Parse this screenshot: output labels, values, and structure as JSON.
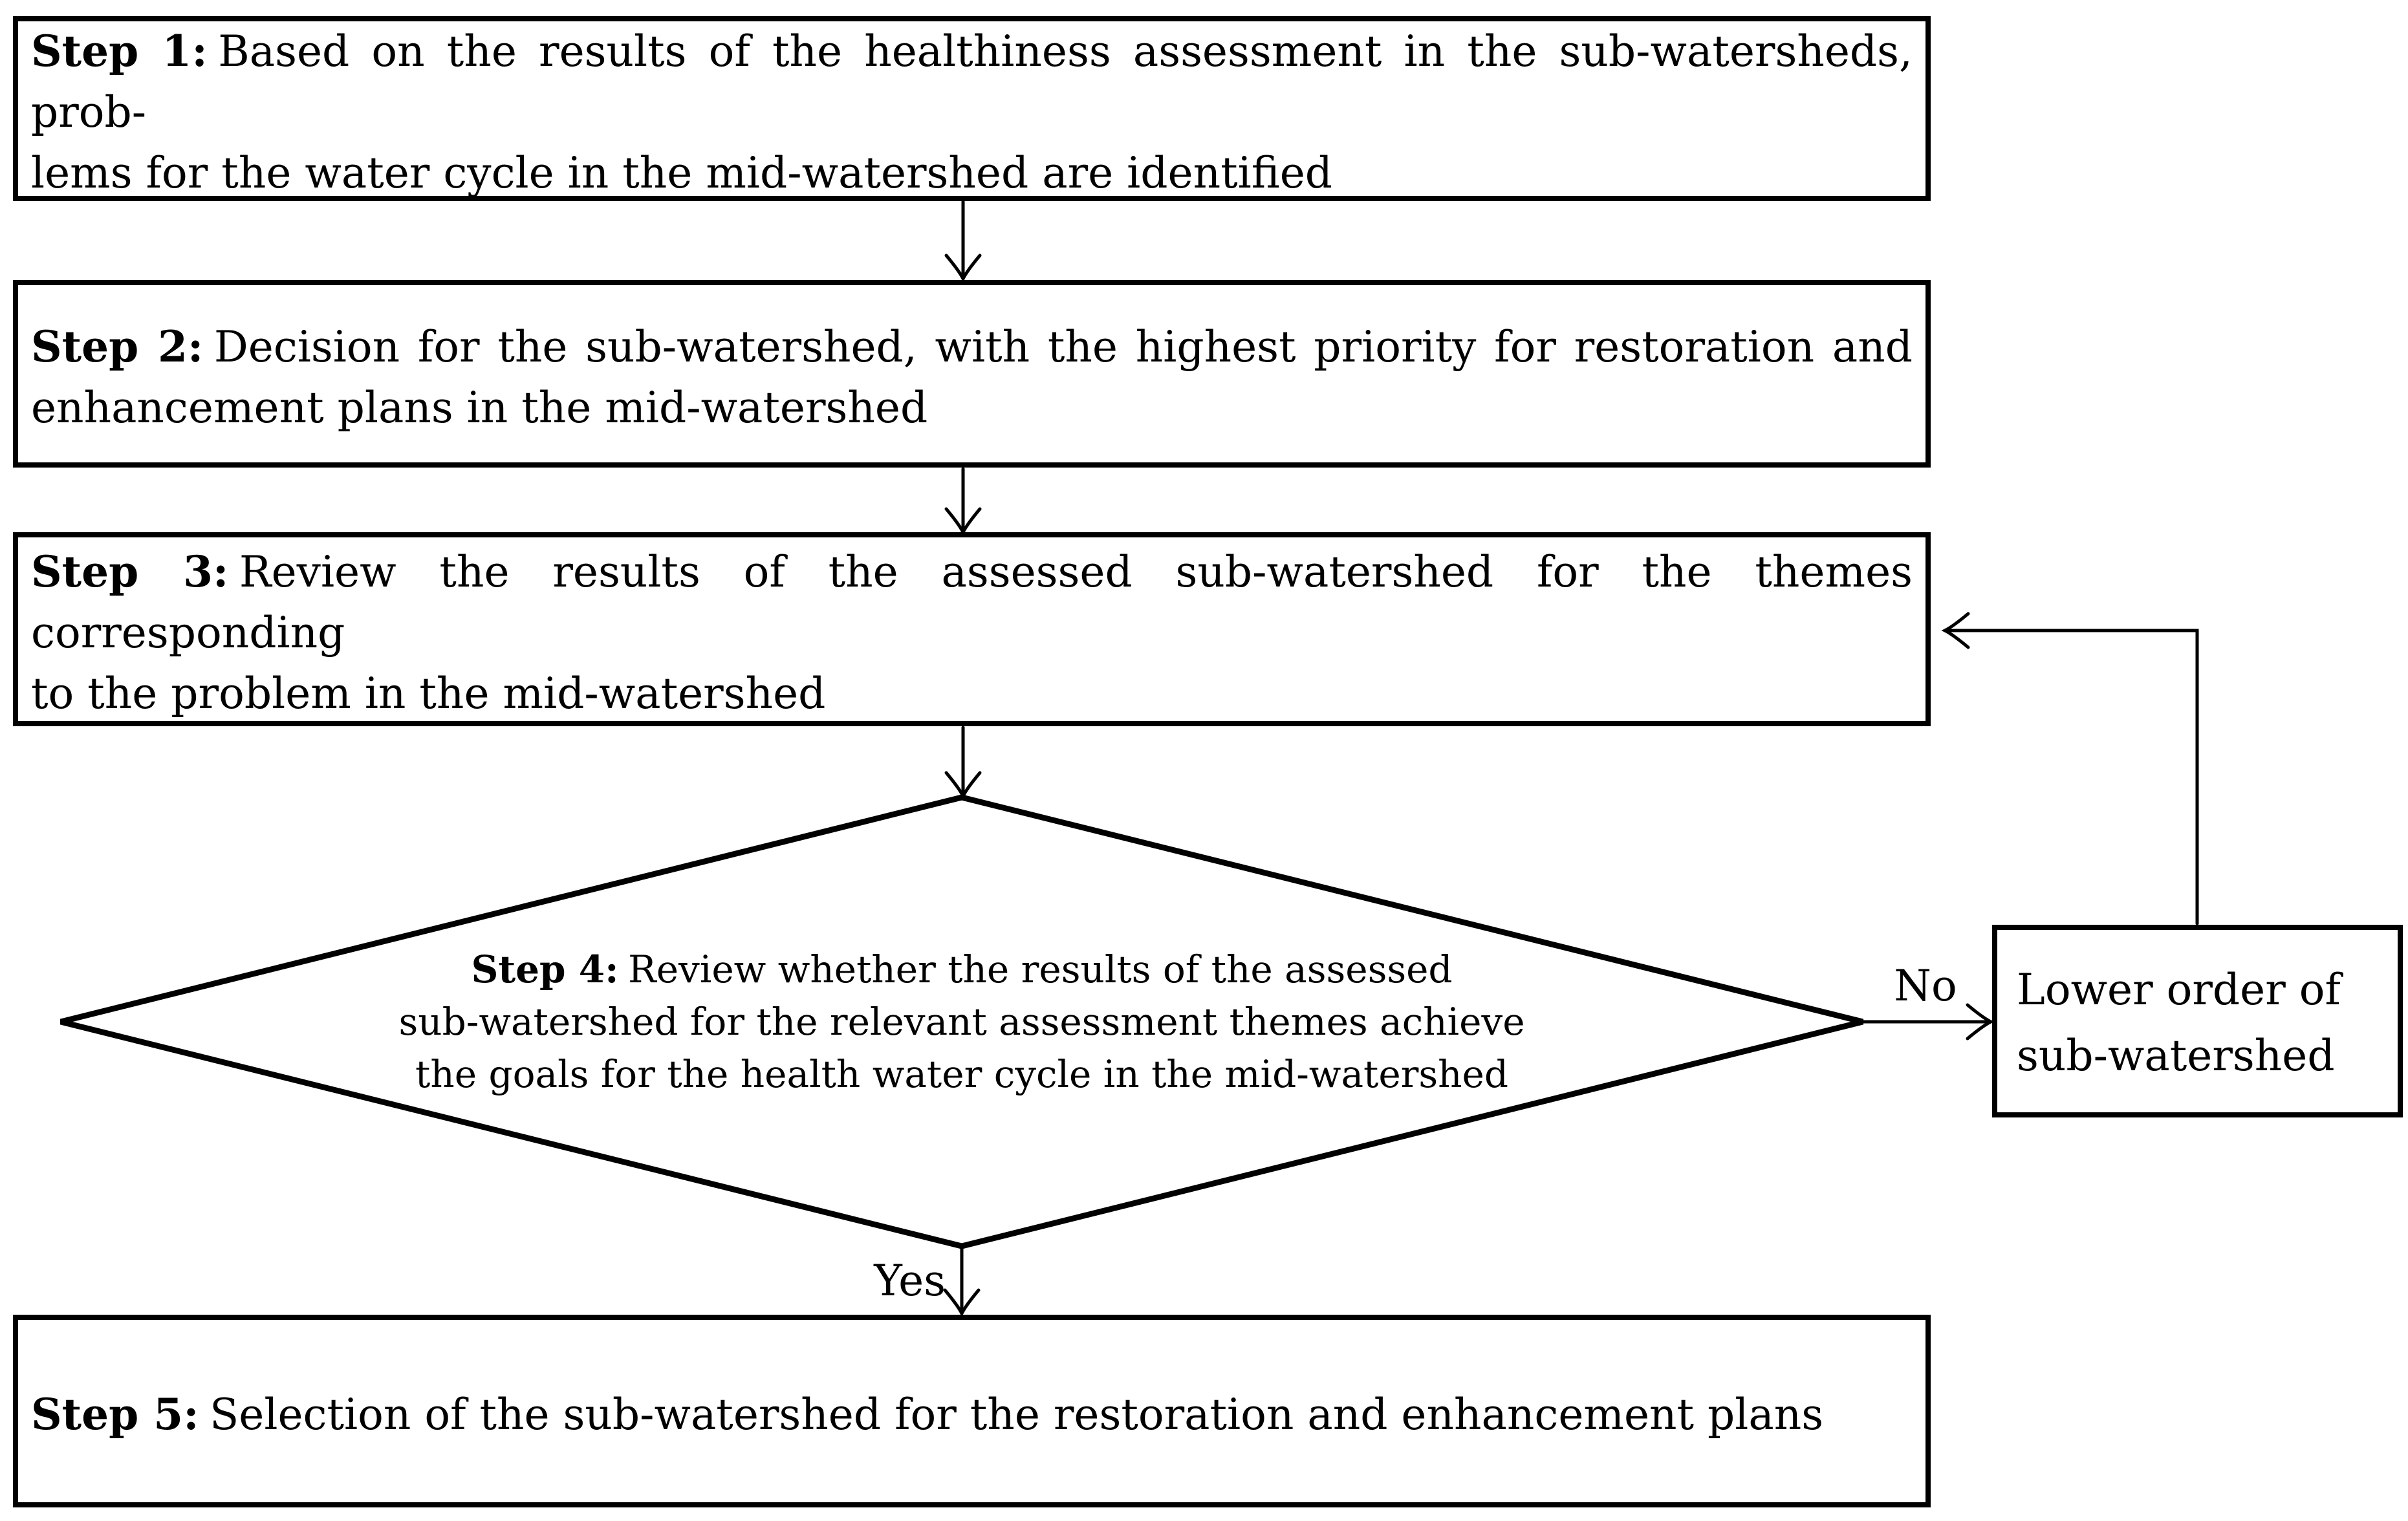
{
  "colors": {
    "background": "#ffffff",
    "ink": "#000000"
  },
  "flowchart": {
    "step1": {
      "label": "Step 1:",
      "line1": "Based on the results of the healthiness assessment in the sub-watersheds, prob-",
      "line2": "lems for the water cycle in the mid-watershed are identified"
    },
    "step2": {
      "label": "Step 2:",
      "line1": "Decision for the sub-watershed, with the highest priority for restoration and",
      "line2": "enhancement plans in the mid-watershed"
    },
    "step3": {
      "label": "Step 3:",
      "line1": "Review the results of the assessed sub-watershed for the themes corresponding",
      "line2": "to the problem in the mid-watershed"
    },
    "step4": {
      "label": "Step 4:",
      "line1": "Review whether the results of the assessed",
      "line2": "sub-watershed for the relevant assessment themes achieve",
      "line3": "the goals for the health water cycle in the mid-watershed"
    },
    "step5": {
      "label": "Step 5:",
      "line1": "Selection of the sub-watershed for the restoration and enhancement plans"
    },
    "lower_order": {
      "line1": "Lower order of",
      "line2": "sub-watershed"
    },
    "edge_labels": {
      "no": "No",
      "yes": "Yes"
    }
  }
}
